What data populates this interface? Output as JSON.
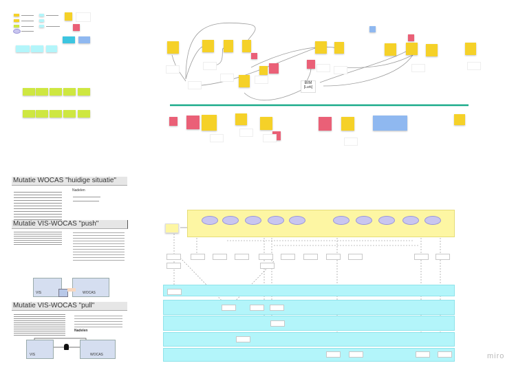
{
  "board": {
    "brand": "miro",
    "colors": {
      "sticky_yellow": "#f5d128",
      "sticky_red": "#ea6077",
      "sticky_green": "#cee741",
      "sticky_blue": "#8fb8f0",
      "lane_cyan": "#b3f5fa",
      "process_band": "#fdf6a3",
      "divider_green": "#1aab8a"
    }
  },
  "network": {
    "bim_label": "BIM",
    "bim_sub": "[Lurk]"
  },
  "sections": [
    {
      "title": "Mutatie WOCAS \"huidige situatie\"",
      "side_heading": "Nadelen"
    },
    {
      "title": "Mutatie VIS-WOCAS \"push\"",
      "diagram_left": "VIS",
      "diagram_right": "WOCAS"
    },
    {
      "title": "Mutatie VIS-WOCAS \"pull\"",
      "side_heading": "Nadelen",
      "diagram_left": "VIS",
      "diagram_right": "WOCAS"
    }
  ]
}
